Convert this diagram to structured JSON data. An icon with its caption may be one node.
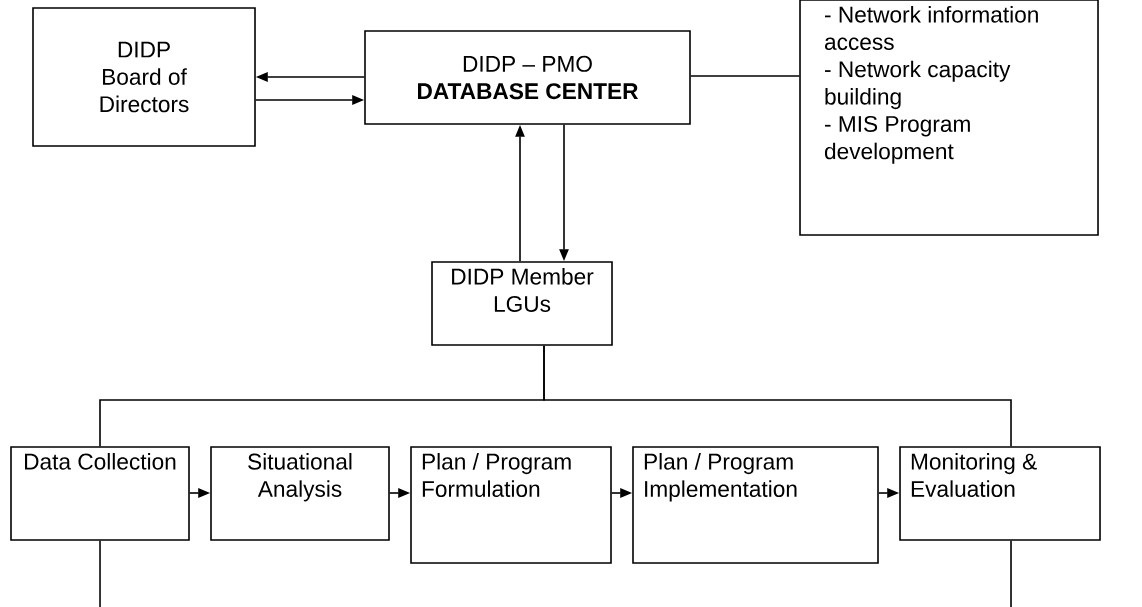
{
  "diagram": {
    "nodes": [
      {
        "text": [
          "DIDP",
          "Board of Directors"
        ]
      },
      {
        "text": [
          "DIDP – PMO",
          "DATABASE CENTER"
        ]
      },
      {
        "text": [
          "- Network information access",
          "- Network capacity building",
          "- MIS Program development"
        ]
      },
      {
        "text": [
          "DIDP Member LGUs"
        ]
      },
      {
        "text": [
          "Data Collection"
        ]
      },
      {
        "text": [
          "Situational Analysis"
        ]
      },
      {
        "text": [
          "Plan / Program Formulation"
        ]
      },
      {
        "text": [
          "Plan / Program Implementation"
        ]
      },
      {
        "text": [
          "Monitoring & Evaluation"
        ]
      }
    ],
    "edges": [
      {
        "from": 1,
        "to": 0,
        "arrow": "to"
      },
      {
        "from": 0,
        "to": 1,
        "arrow": "to"
      },
      {
        "from": 1,
        "to": 2,
        "arrow": "none"
      },
      {
        "from": 3,
        "to": 1,
        "arrow": "to"
      },
      {
        "from": 1,
        "to": 3,
        "arrow": "to"
      },
      {
        "from": 3,
        "to": 4,
        "arrow": "none"
      },
      {
        "from": 3,
        "to": 8,
        "arrow": "none"
      },
      {
        "from": 4,
        "to": 5,
        "arrow": "to"
      },
      {
        "from": 5,
        "to": 6,
        "arrow": "to"
      },
      {
        "from": 6,
        "to": 7,
        "arrow": "to"
      },
      {
        "from": 7,
        "to": 8,
        "arrow": "to"
      },
      {
        "from": 4,
        "to": null,
        "arrow": "none"
      },
      {
        "from": 8,
        "to": null,
        "arrow": "none"
      }
    ]
  }
}
